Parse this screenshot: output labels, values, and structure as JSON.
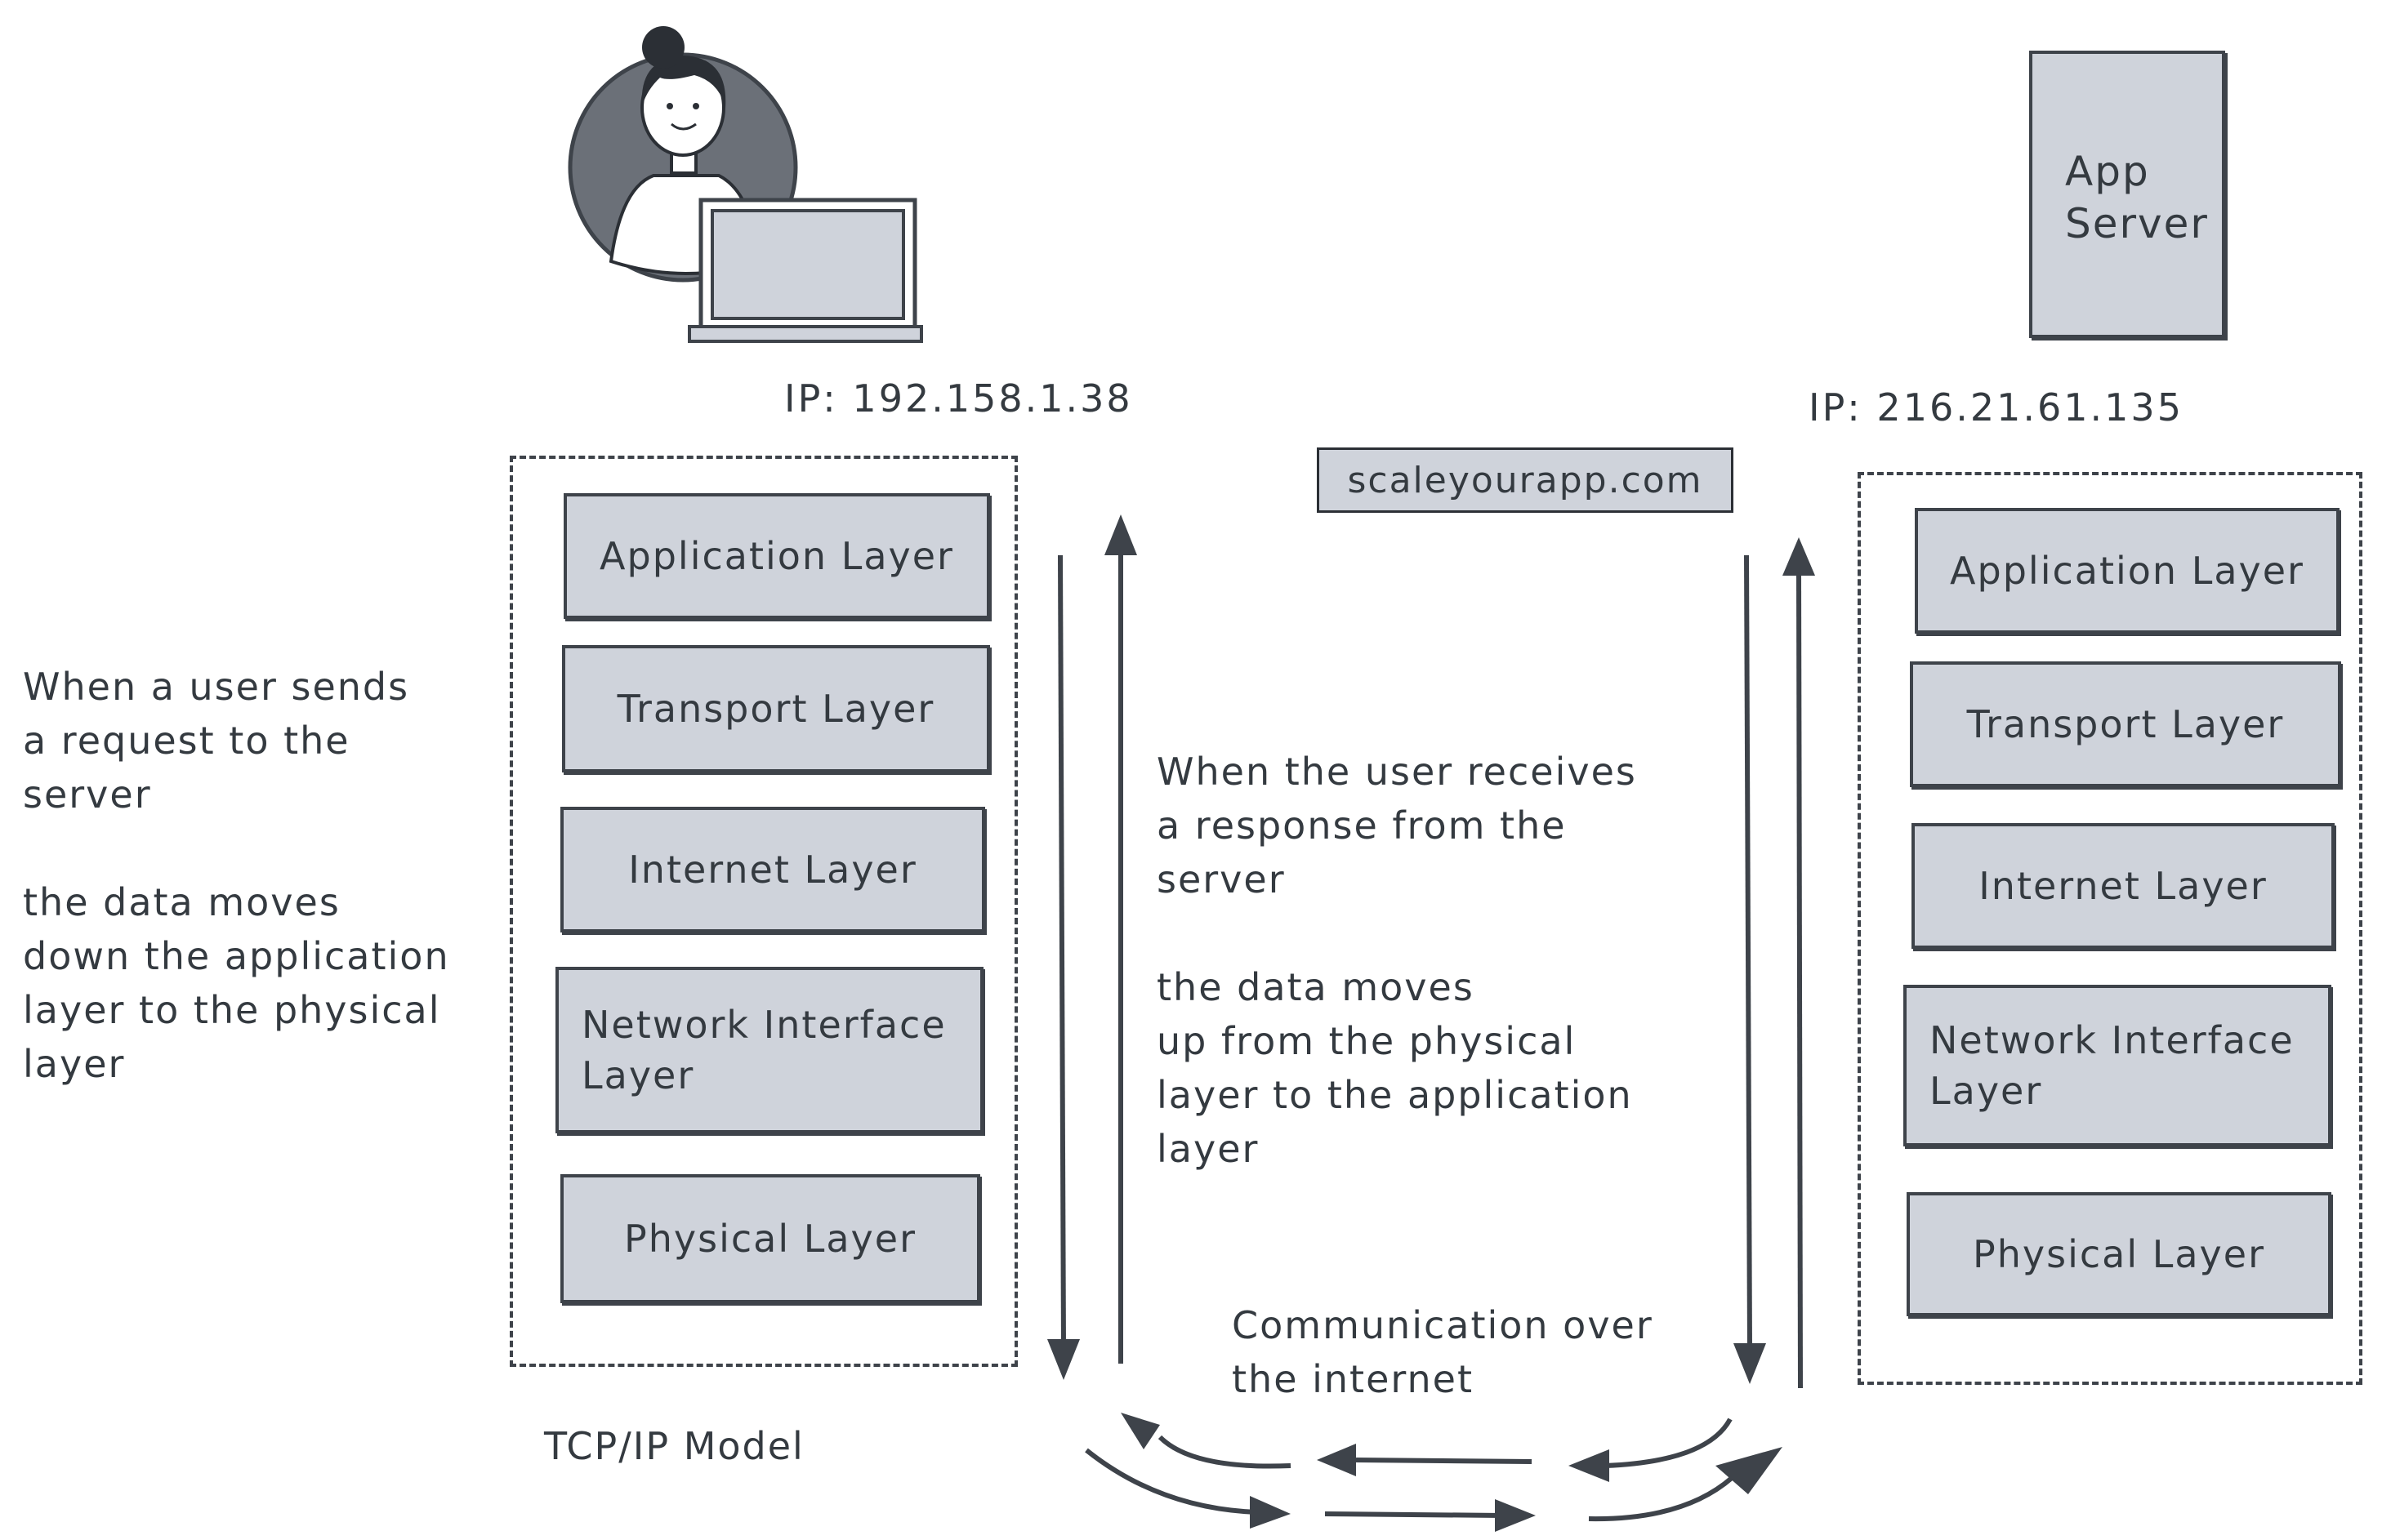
{
  "client": {
    "ip_label": "IP: 192.158.1.38"
  },
  "server": {
    "label": "App\nServer",
    "ip_label": "IP: 216.21.61.135"
  },
  "domain": "scaleyourapp.com",
  "layers": [
    "Application Layer",
    "Transport Layer",
    "Internet Layer",
    "Network Interface\nLayer",
    "Physical Layer"
  ],
  "model_caption": "TCP/IP Model",
  "notes": {
    "send": "When a user sends\na request to the\nserver\n\nthe data moves\ndown the application\nlayer to the physical\nlayer",
    "receive": "When the user receives\na response from the\nserver\n\nthe data moves\nup from the physical\nlayer to the application\nlayer",
    "internet": "Communication over\nthe internet"
  },
  "colors": {
    "box_fill": "#cfd3db",
    "stroke": "#3e434a",
    "text": "#343a40",
    "avatar_bg": "#6b7078"
  },
  "icons": {
    "user": "woman-avatar-icon",
    "laptop": "laptop-icon"
  }
}
